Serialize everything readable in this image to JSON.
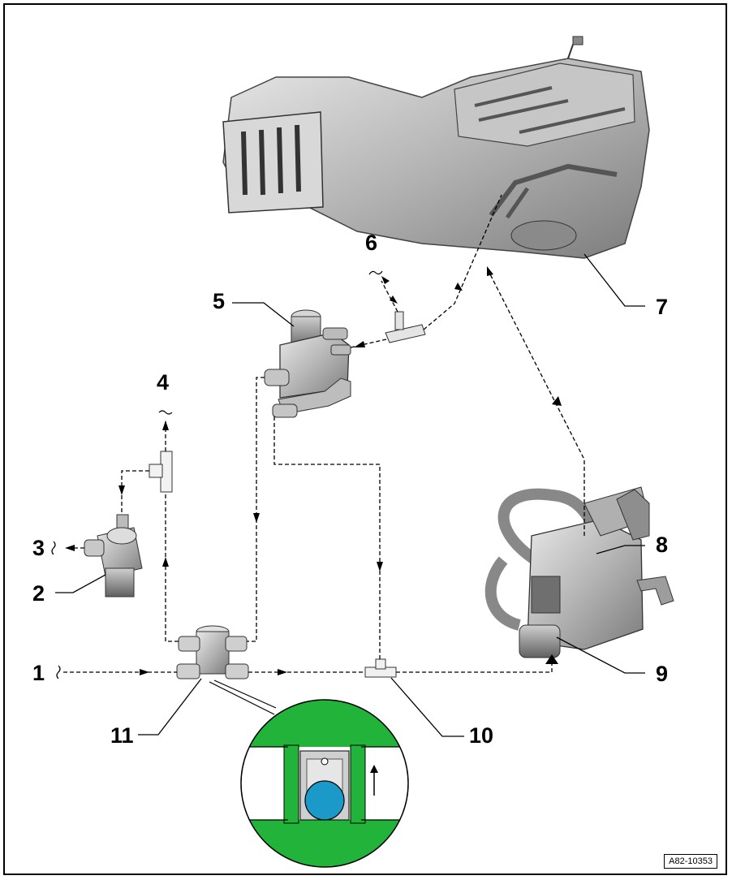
{
  "callouts": {
    "c1": "1",
    "c2": "2",
    "c3": "3",
    "c4": "4",
    "c5": "5",
    "c6": "6",
    "c7": "7",
    "c8": "8",
    "c9": "9",
    "c10": "10",
    "c11": "11"
  },
  "figure_ref": "A82-10353",
  "colors": {
    "green": "#22b33a",
    "blue": "#1b9ac9",
    "component_gray": "#9a9a9a"
  }
}
